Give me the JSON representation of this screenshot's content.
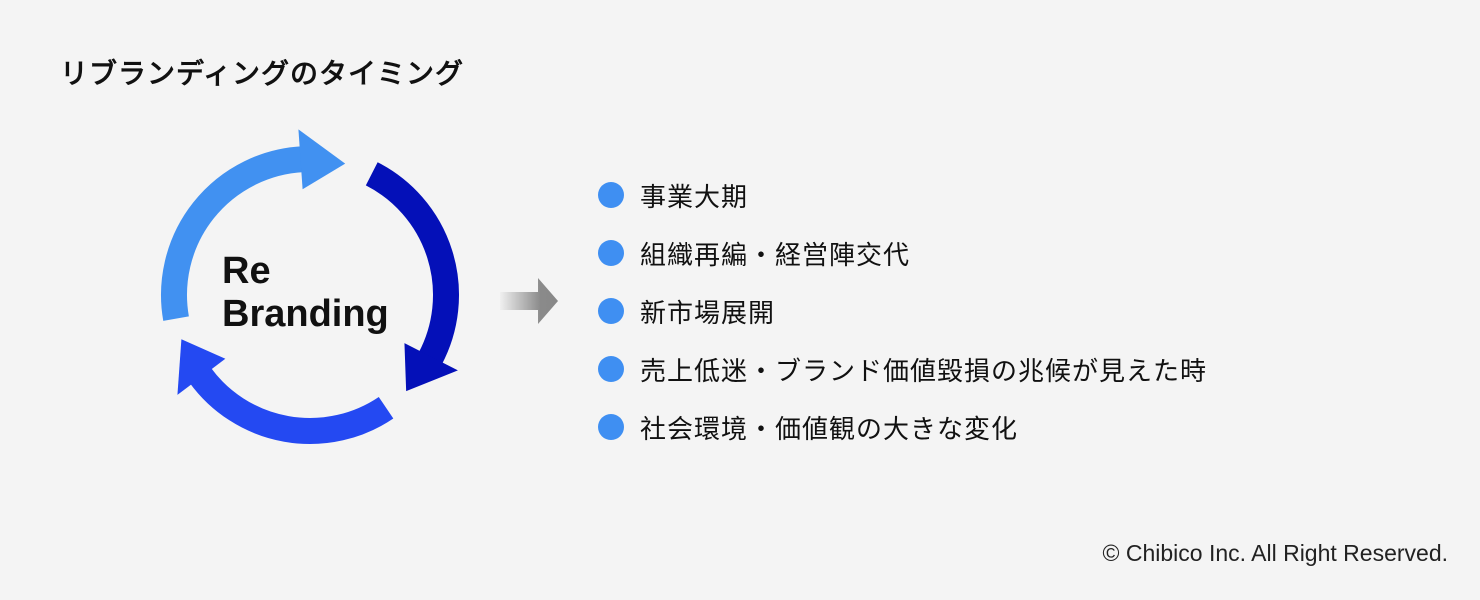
{
  "title": "リブランディングのタイミング",
  "center": {
    "line1": "Re",
    "line2": "Branding"
  },
  "items": [
    {
      "label": "事業大期"
    },
    {
      "label": "組織再編・経営陣交代"
    },
    {
      "label": "新市場展開"
    },
    {
      "label": "売上低迷・ブランド価値毀損の兆候が見えた時"
    },
    {
      "label": "社会環境・価値観の大きな変化"
    }
  ],
  "copyright": "© Chibico Inc. All Right Reserved.",
  "colors": {
    "arc_light": "#4191f1",
    "arc_dark": "#0410b8",
    "arc_mid": "#2449f2",
    "bullet": "#3f8ff2"
  }
}
